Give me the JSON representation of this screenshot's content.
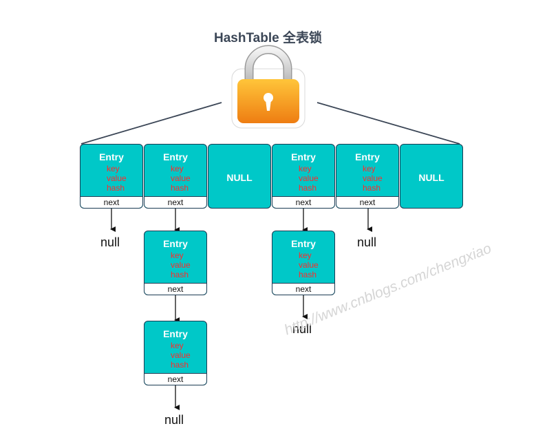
{
  "title": "HashTable 全表锁",
  "icons": {
    "lock": "lock-icon"
  },
  "colors": {
    "entry_fill": "#00c8c8",
    "field_text": "#ff2a2a",
    "border": "#1a3a52",
    "lock_orange": "#f39a1c"
  },
  "entry": {
    "label": "Entry",
    "key": "key",
    "value": "value",
    "hash": "hash",
    "next": "next"
  },
  "null_bucket": "NULL",
  "null_text": "null",
  "watermark": "http://www.cnblogs.com/chengxiao"
}
